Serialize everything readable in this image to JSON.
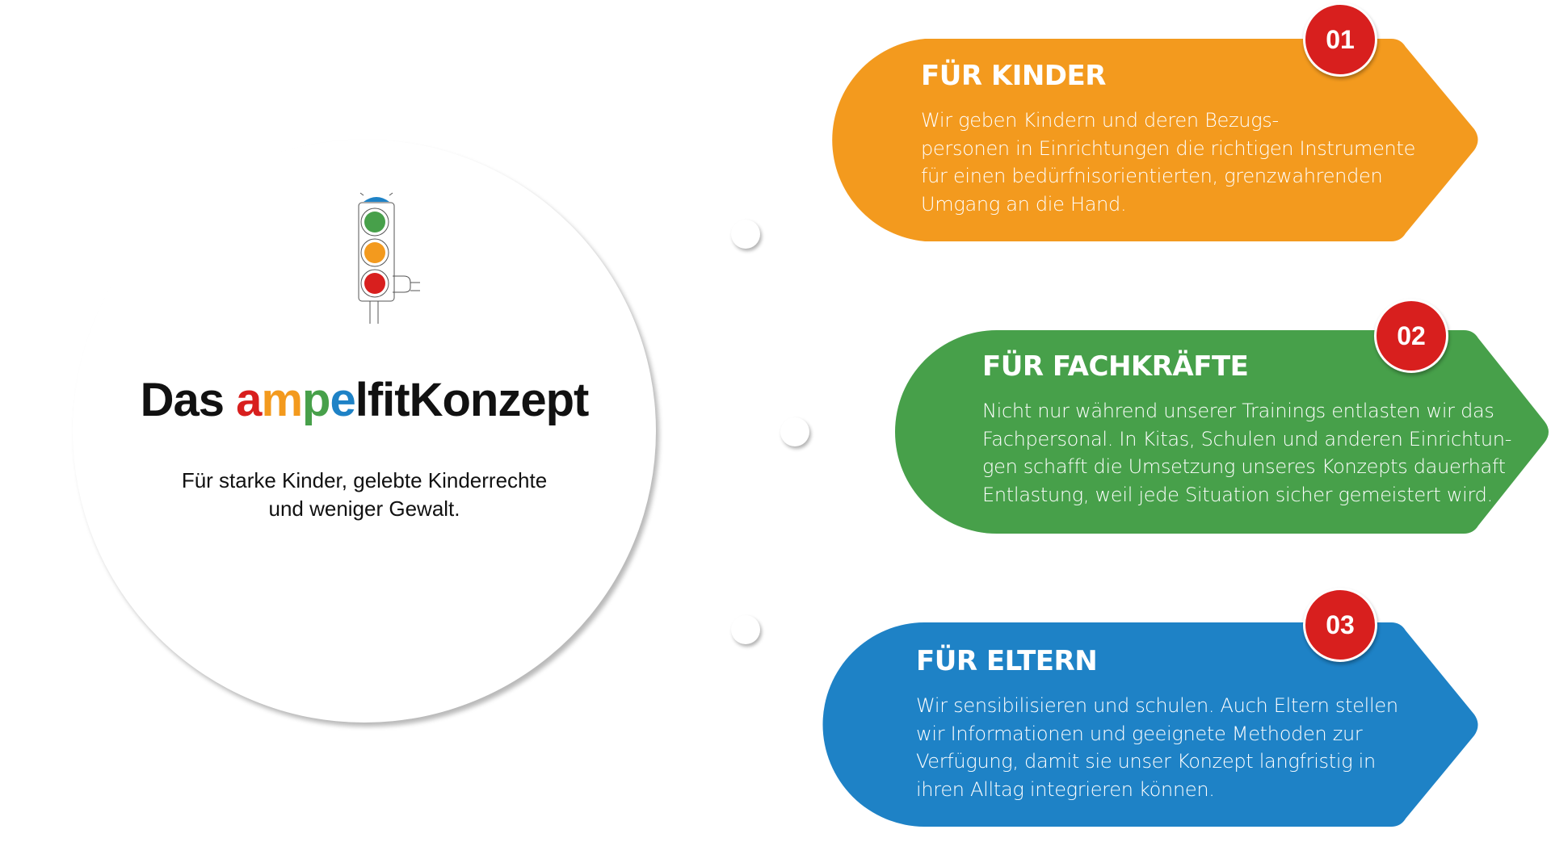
{
  "colors": {
    "orange": "#F39A1E",
    "green": "#47A04A",
    "blue": "#1E82C6",
    "red": "#D81F1E"
  },
  "intro": {
    "logo_icon": "traffic-light-icon",
    "title_prefix": "Das ",
    "title_letters": [
      "a",
      "m",
      "p",
      "e"
    ],
    "title_rest": "lfitKonzept",
    "subtitle_line1": "Für starke Kinder, gelebte Kinderrechte",
    "subtitle_line2": "und weniger Gewalt."
  },
  "cards": [
    {
      "number": "01",
      "title": "FÜR KINDER",
      "body": "Wir geben Kindern und deren Bezugs-\npersonen in Einrichtungen die richtigen Instrumente\nfür einen bedürfnisorientierten, grenzwahrenden\nUmgang an die Hand."
    },
    {
      "number": "02",
      "title": "FÜR FACHKRÄFTE",
      "body": "Nicht nur während unserer Trainings entlasten wir das\nFachpersonal. In Kitas, Schulen und anderen Einrichtun-\ngen schafft die Umsetzung unseres Konzepts dauerhaft\nEntlastung, weil jede Situation sicher gemeistert wird."
    },
    {
      "number": "03",
      "title": "FÜR ELTERN",
      "body": "Wir sensibilisieren und schulen. Auch Eltern stellen\nwir Informationen und geeignete Methoden zur\nVerfügung, damit sie unser Konzept langfristig in\nihren Alltag integrieren können."
    }
  ]
}
